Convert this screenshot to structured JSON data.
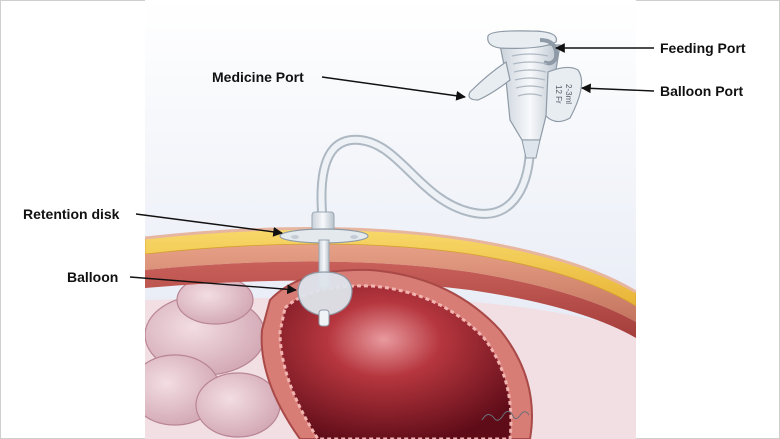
{
  "labels": {
    "feeding_port": "Feeding Port",
    "balloon_port": "Balloon Port",
    "medicine_port": "Medicine Port",
    "retention_disk": "Retention disk",
    "balloon": "Balloon"
  },
  "device_print": {
    "line1": "12 Fr",
    "line2": "2-3ml"
  },
  "colors": {
    "fat_layer": "#f2c64a",
    "skin": "#d98c72",
    "stomach_wall": "#c85a58",
    "stomach_inner": "#7a1420",
    "organs": "#e8c9d2",
    "device": "#e6ebf0",
    "text": "#111111"
  }
}
